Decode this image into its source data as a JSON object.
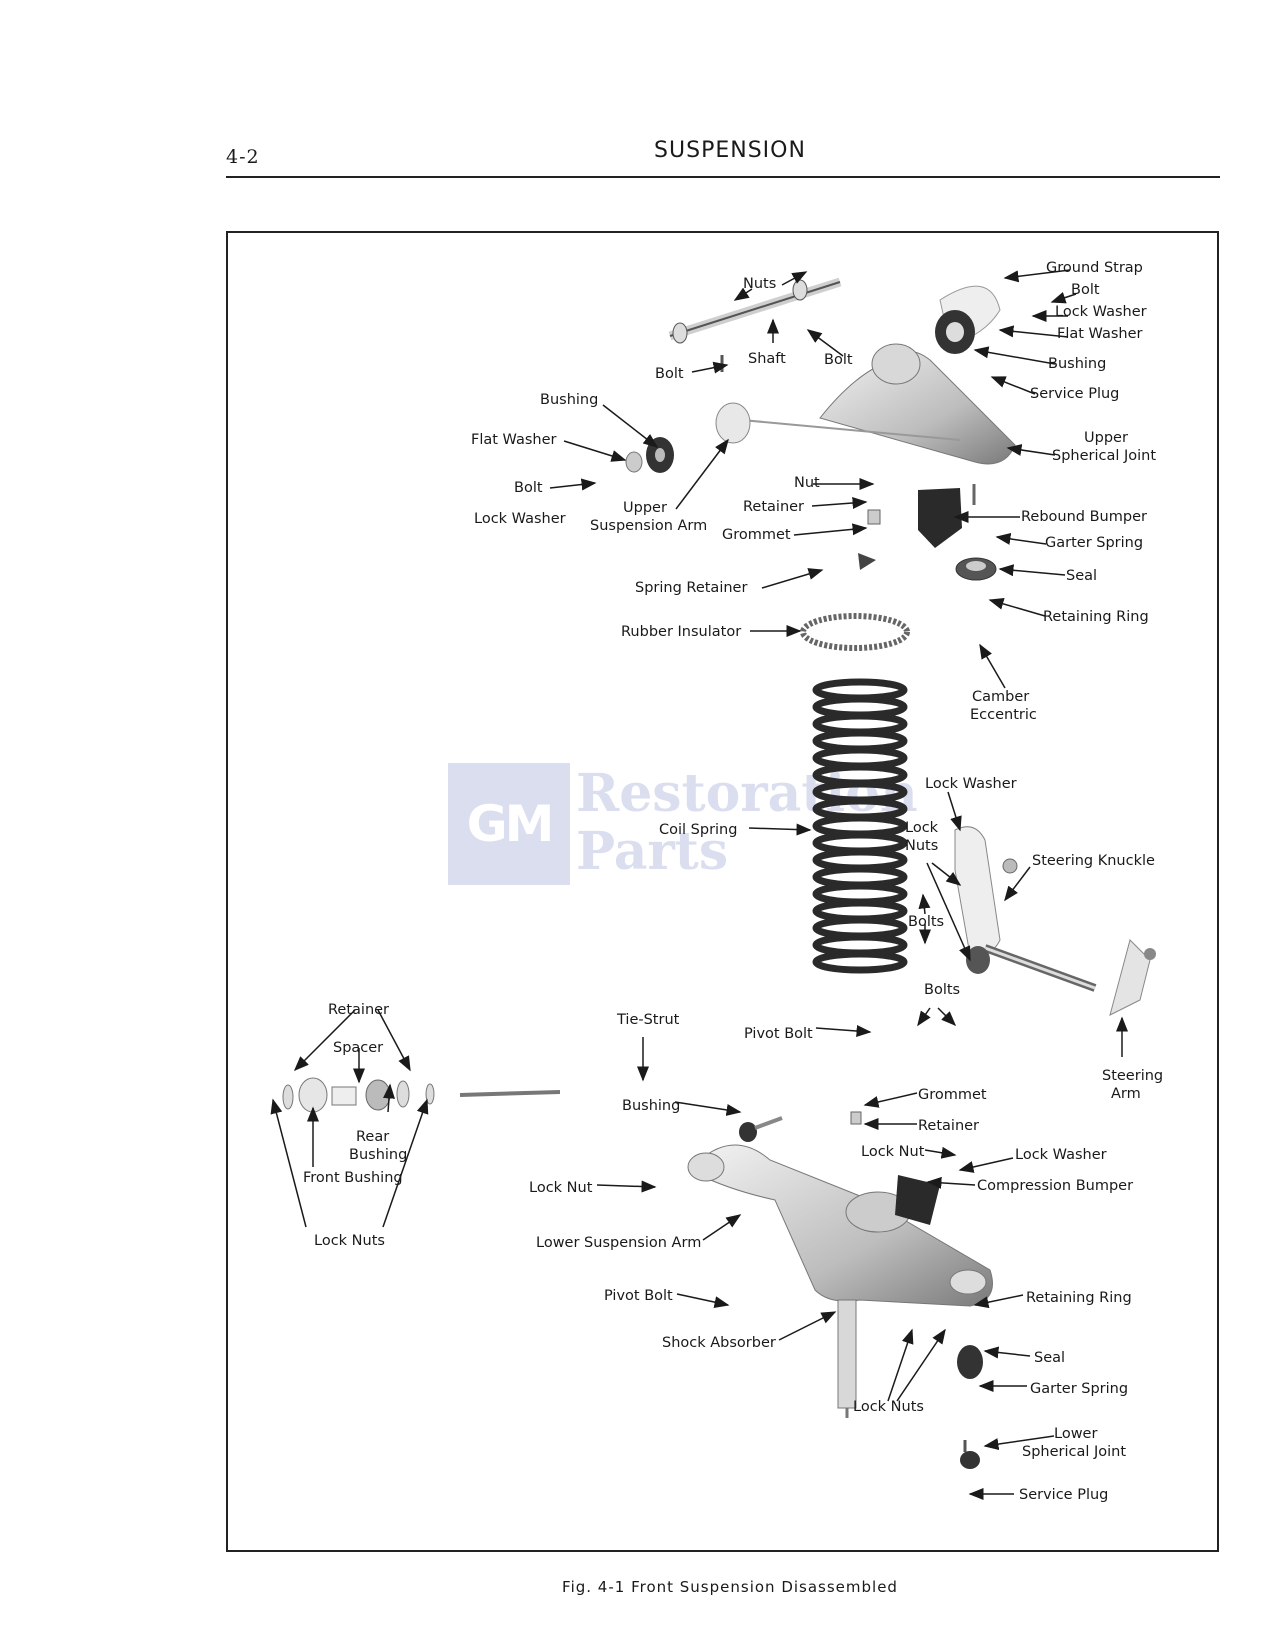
{
  "header": {
    "page_number": "4-2",
    "title": "SUSPENSION"
  },
  "figure": {
    "caption": "Fig. 4-1  Front Suspension Disassembled",
    "watermark": {
      "logo": "GM",
      "line1": "Restoration",
      "line2": "Parts"
    },
    "labels": {
      "nuts": "Nuts",
      "ground_strap": "Ground Strap",
      "bolt_top": "Bolt",
      "lock_washer_top": "Lock Washer",
      "flat_washer_top": "Flat Washer",
      "shaft": "Shaft",
      "bolt_shaft": "Bolt",
      "bolt_shaft_left": "Bolt",
      "bushing_top": "Bushing",
      "service_plug_top": "Service Plug",
      "bushing_left": "Bushing",
      "flat_washer_left": "Flat Washer",
      "upper_spherical_1": "Upper",
      "upper_spherical_2": "Spherical Joint",
      "bolt_left": "Bolt",
      "nut": "Nut",
      "upper_arm_1": "Upper",
      "upper_arm_2": "Suspension Arm",
      "retainer_upper": "Retainer",
      "lock_washer_left": "Lock Washer",
      "rebound_bumper": "Rebound Bumper",
      "grommet_upper": "Grommet",
      "garter_spring_upper": "Garter Spring",
      "seal_upper": "Seal",
      "spring_retainer": "Spring Retainer",
      "retaining_ring_upper": "Retaining Ring",
      "rubber_insulator": "Rubber Insulator",
      "camber_1": "Camber",
      "camber_2": "Eccentric",
      "lock_washer_mid": "Lock Washer",
      "lock_nuts_mid_1": "Lock",
      "lock_nuts_mid_2": "Nuts",
      "coil_spring": "Coil Spring",
      "steering_knuckle": "Steering Knuckle",
      "bolts_1": "Bolts",
      "bolts_2": "Bolts",
      "retainer_left": "Retainer",
      "spacer": "Spacer",
      "tie_strut": "Tie-Strut",
      "pivot_bolt_upper": "Pivot Bolt",
      "steering_arm_1": "Steering",
      "steering_arm_2": "Arm",
      "bushing_lower": "Bushing",
      "grommet_lower": "Grommet",
      "rear_bushing_1": "Rear",
      "rear_bushing_2": "Bushing",
      "retainer_lower": "Retainer",
      "front_bushing": "Front Bushing",
      "lock_nut_lower": "Lock Nut",
      "lock_washer_lower": "Lock Washer",
      "lock_nut_left": "Lock Nut",
      "compression_bumper": "Compression Bumper",
      "lock_nuts_left": "Lock Nuts",
      "lower_arm": "Lower Suspension Arm",
      "pivot_bolt_lower": "Pivot Bolt",
      "retaining_ring_lower": "Retaining Ring",
      "shock_absorber": "Shock Absorber",
      "seal_lower": "Seal",
      "garter_spring_lower": "Garter Spring",
      "lock_nuts_lower": "Lock Nuts",
      "lower_spherical_1": "Lower",
      "lower_spherical_2": "Spherical Joint",
      "service_plug_lower": "Service Plug"
    }
  }
}
